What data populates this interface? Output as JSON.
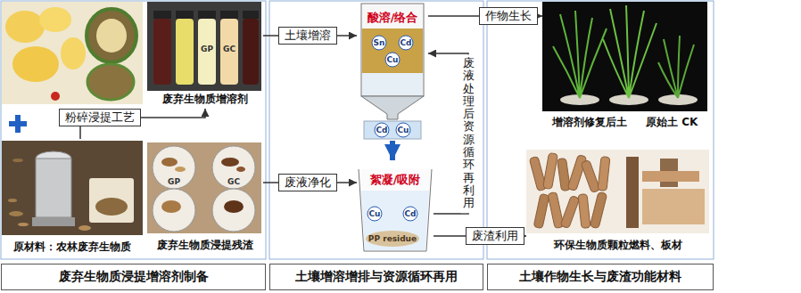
{
  "diagram": {
    "nodes": [
      {
        "text": [
          "原材料：农林废弃生物质"
        ]
      },
      {
        "text": [
          "废弃生物质增溶剂"
        ]
      },
      {
        "text": [
          "废弃生物质浸提残渣"
        ]
      },
      {
        "text": [
          "酸溶/络合"
        ]
      },
      {
        "text": [
          "絮凝/吸附"
        ]
      },
      {
        "text": [
          "增溶剂修复后土",
          "原始土 CK"
        ]
      },
      {
        "text": [
          "环保生物质颗粒燃料、板材"
        ]
      },
      {
        "text": [
          "废弃生物质浸提增溶剂制备"
        ]
      },
      {
        "text": [
          "土壤增溶增排与资源循环再用"
        ]
      },
      {
        "text": [
          "土壤作物生长与废渣功能材料"
        ]
      }
    ],
    "edges": [
      {
        "from": 0,
        "to": 1,
        "label": "粉碎浸提工艺",
        "arrow": "to"
      },
      {
        "from": 1,
        "to": 3,
        "label": "土壤增溶",
        "arrow": "to"
      },
      {
        "from": 2,
        "to": 4,
        "label": "废液净化",
        "arrow": "to"
      },
      {
        "from": 3,
        "to": 4,
        "arrow": "to"
      },
      {
        "from": 4,
        "to": 3,
        "label": "废液处理后资源循环再利用",
        "arrow": "to"
      },
      {
        "from": 3,
        "to": 5,
        "label": "作物生长",
        "arrow": "to"
      },
      {
        "from": 4,
        "to": 6,
        "label": "废渣利用",
        "arrow": "to"
      }
    ],
    "labels": [
      "GP",
      "GC",
      "Sn",
      "Cd",
      "Cu",
      "Cd",
      "Cu",
      "Cu",
      "Cd",
      "PP residue",
      "GP",
      "GC"
    ]
  }
}
